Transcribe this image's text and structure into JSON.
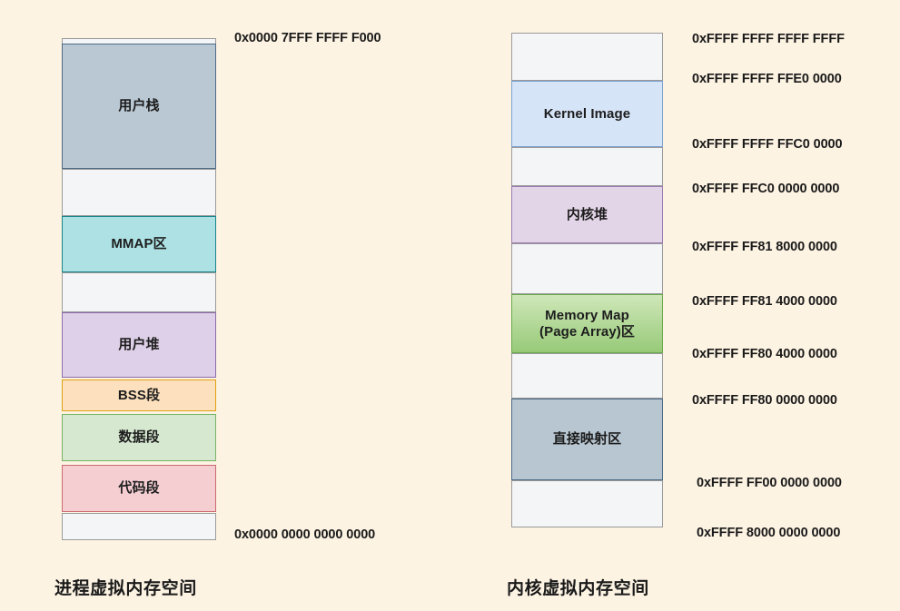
{
  "background_color": "#fdf3e3",
  "diagram": {
    "title_left": "进程虚拟内存空间",
    "title_right": "内核虚拟内存空间",
    "process_space": {
      "caption": "进程虚拟内存空间",
      "blocks": [
        {
          "label": "",
          "kind": "gap",
          "fill": "#f3f5f6",
          "border": "#9a9a9a"
        },
        {
          "label": "用户栈",
          "kind": "region",
          "fill": "#bac8d3",
          "border": "#4d6b86"
        },
        {
          "label": "",
          "kind": "gap",
          "fill": "#f3f5f6",
          "border": "#9a9a9a"
        },
        {
          "label": "MMAP区",
          "kind": "region",
          "fill": "#ade1e3",
          "border": "#17868a"
        },
        {
          "label": "",
          "kind": "gap",
          "fill": "#f3f5f6",
          "border": "#9a9a9a"
        },
        {
          "label": "用户堆",
          "kind": "region",
          "fill": "#ded0e8",
          "border": "#8d6cab"
        },
        {
          "label": "BSS段",
          "kind": "region",
          "fill": "#fde0bd",
          "border": "#e2a014"
        },
        {
          "label": "数据段",
          "kind": "region",
          "fill": "#d6e9d0",
          "border": "#77b263"
        },
        {
          "label": "代码段",
          "kind": "region",
          "fill": "#f5ced2",
          "border": "#cd6870"
        },
        {
          "label": "",
          "kind": "gap",
          "fill": "#f3f5f6",
          "border": "#9a9a9a"
        }
      ],
      "addresses": [
        "0x0000 7FFF FFFF F000",
        "0x0000 0000 0000 0000"
      ],
      "address_top": "0x0000 7FFF FFFF F000",
      "address_bottom": "0x0000 0000 0000 0000"
    },
    "kernel_space": {
      "caption": "内核虚拟内存空间",
      "blocks": [
        {
          "label": "",
          "kind": "gap",
          "fill": "#f3f5f6",
          "border": "#9a9a9a"
        },
        {
          "label": "Kernel Image",
          "kind": "region",
          "fill": "#d6e4f7",
          "border": "#7ba2d0"
        },
        {
          "label": "",
          "kind": "gap",
          "fill": "#f3f5f6",
          "border": "#9a9a9a"
        },
        {
          "label": "内核堆",
          "kind": "region",
          "fill": "#e3d5e8",
          "border": "#9b7bb0"
        },
        {
          "label": "",
          "kind": "gap",
          "fill": "#f3f5f6",
          "border": "#9a9a9a"
        },
        {
          "label": "Memory Map\n(Page Array)区",
          "kind": "region",
          "fill": "#9ccf7f",
          "border": "#6aa94e"
        },
        {
          "label": "",
          "kind": "gap",
          "fill": "#f3f5f6",
          "border": "#9a9a9a"
        },
        {
          "label": "直接映射区",
          "kind": "region",
          "fill": "#b7c6d1",
          "border": "#4d6b86"
        },
        {
          "label": "",
          "kind": "gap",
          "fill": "#f3f5f6",
          "border": "#9a9a9a"
        }
      ],
      "addresses": [
        "0xFFFF FFFF FFFF FFFF",
        "0xFFFF FFFF FFE0 0000",
        "0xFFFF FFFF FFC0 0000",
        "0xFFFF FFC0 0000 0000",
        "0xFFFF FF81 8000 0000",
        "0xFFFF FF81 4000 0000",
        "0xFFFF FF80 4000 0000",
        "0xFFFF FF80 0000 0000",
        "0xFFFF FF00 0000 0000",
        "0xFFFF 8000 0000 0000"
      ]
    }
  },
  "labels": {
    "mem_map_line1": "Memory Map",
    "mem_map_line2": "(Page Array)区"
  }
}
